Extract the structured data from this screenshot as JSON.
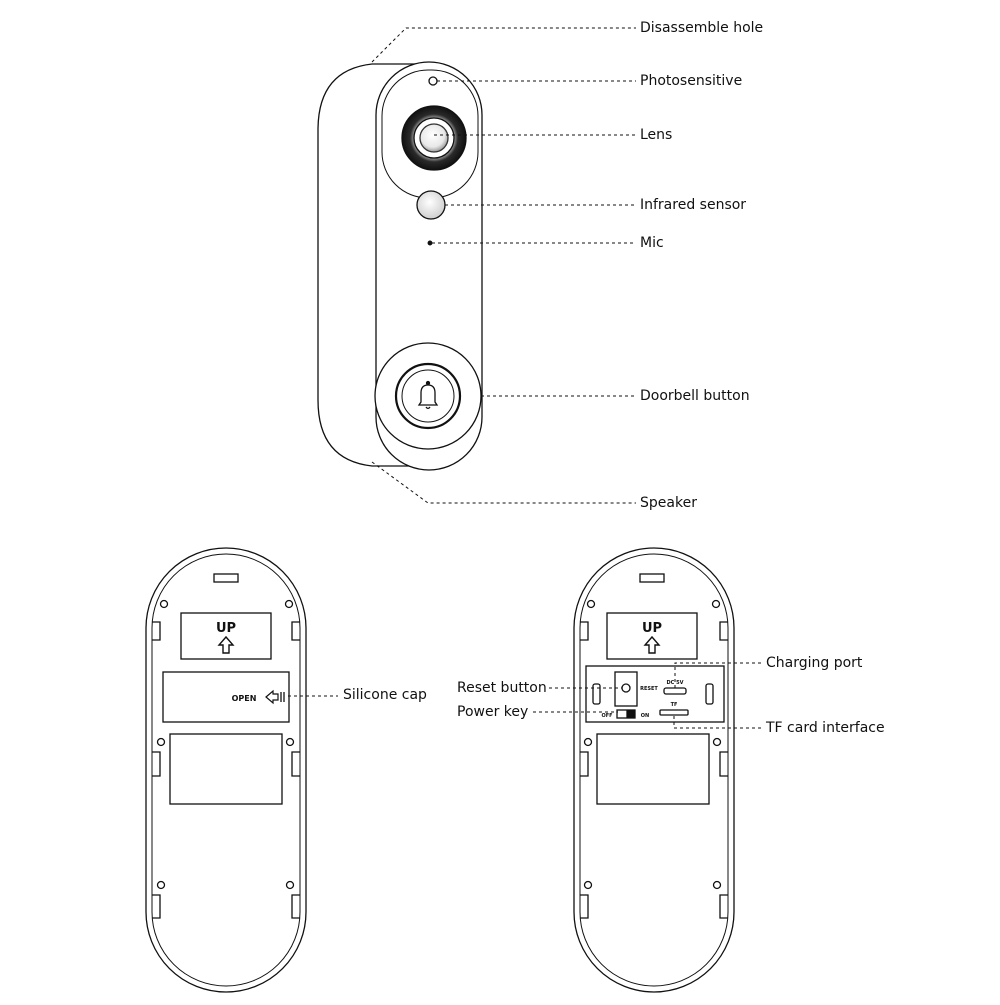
{
  "front_view": {
    "labels": {
      "disassemble_hole": "Disassemble hole",
      "photosensitive": "Photosensitive",
      "lens": "Lens",
      "infrared_sensor": "Infrared sensor",
      "mic": "Mic",
      "doorbell_button": "Doorbell button",
      "speaker": "Speaker"
    }
  },
  "back_view_closed": {
    "up_label": "UP",
    "open_label": "OPEN",
    "labels": {
      "silicone_cap": "Silicone cap"
    }
  },
  "back_view_open": {
    "up_label": "UP",
    "port_labels": {
      "dc": "DC 5V",
      "reset": "RESET",
      "off": "OFF",
      "on": "ON",
      "tf": "TF"
    },
    "labels": {
      "charging_port": "Charging port",
      "reset_button": "Reset button",
      "power_key": "Power key",
      "tf_card_interface": "TF card interface"
    }
  },
  "colors": {
    "line": "#111111",
    "background": "#ffffff"
  }
}
